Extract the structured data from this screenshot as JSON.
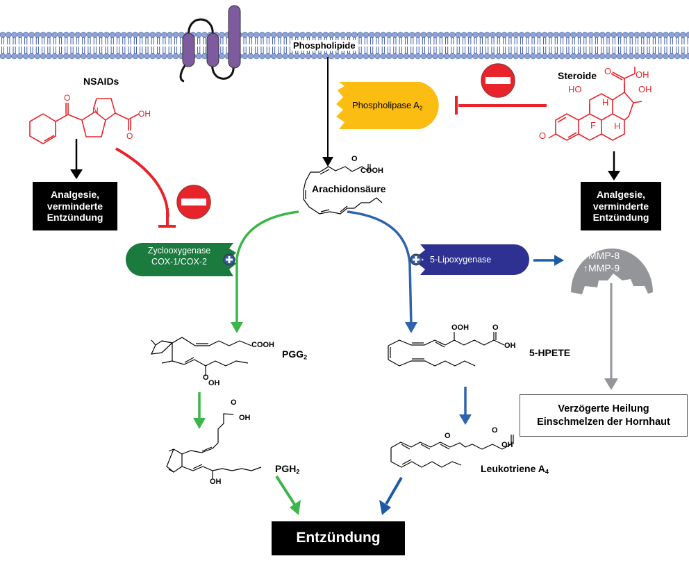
{
  "membrane": {
    "label": "Phospholipide",
    "head_color": "#8ea4d6",
    "tail_color": "#2a4aa8",
    "protein_color": "#7e5a9e"
  },
  "colors": {
    "inhibit_red": "#e8232a",
    "cox_green": "#1b7a3e",
    "cox_arrow_green": "#3cb54a",
    "lox_navy": "#2e3192",
    "lox_arrow_blue": "#2f63ad",
    "pla2_yellow": "#fbbd12",
    "mmp_gray": "#939598",
    "plus_blue": "#2f5aa8"
  },
  "nsaids": {
    "title": "NSAIDs",
    "formula_labels": {
      "ketone_o": "O",
      "n": "N",
      "oh": "OH",
      "acid_o": "O"
    },
    "effect": [
      "Analgesie,",
      "verminderte",
      "Entzündung"
    ]
  },
  "steroide": {
    "title": "Steroide",
    "formula_labels": {
      "o_top": "O",
      "oh_top": "OH",
      "oh_right": "OH",
      "ho": "HO",
      "h_upper": "H",
      "f": "F",
      "h_lower": "H",
      "o_ring": "O"
    },
    "effect": [
      "Analgesie,",
      "verminderte",
      "Entzündung"
    ]
  },
  "enzymes": {
    "pla2": {
      "name": "Phospholipase A",
      "subscript": "2"
    },
    "cox": {
      "line1": "Zyclooxygenase",
      "line2": "COX-1/COX-2"
    },
    "lox": {
      "name": "5-Lipoxygenase"
    },
    "mmp": {
      "line1": "↑MMP-8",
      "line2": "↑MMP-9"
    }
  },
  "metabolites": {
    "arachidonic": {
      "name": "Arachidonsäure",
      "group": "COOH",
      "o": "O"
    },
    "pgg2": {
      "name": "PGG",
      "subscript": "2",
      "acid": "COOH",
      "ooh": "OH",
      "o": "O"
    },
    "pgh2": {
      "name": "PGH",
      "subscript": "2",
      "acid_oh": "OH",
      "acid_o": "O",
      "oh": "OH"
    },
    "hpete": {
      "name": "5-HPETE",
      "ooh": "OOH",
      "acid_oh": "OH",
      "acid_o": "O"
    },
    "lta4": {
      "name": "Leukotriene A",
      "subscript": "4",
      "epoxide_o": "O",
      "acid_oh": "OH",
      "acid_o": "O"
    }
  },
  "outcomes": {
    "healing": [
      "Verzögerte Heilung",
      "Einschmelzen der Hornhaut"
    ],
    "inflammation": "Entzündung"
  },
  "icons": {
    "inhibit": "minus-in-red-circle",
    "activate": "plus-in-blue-circle"
  }
}
